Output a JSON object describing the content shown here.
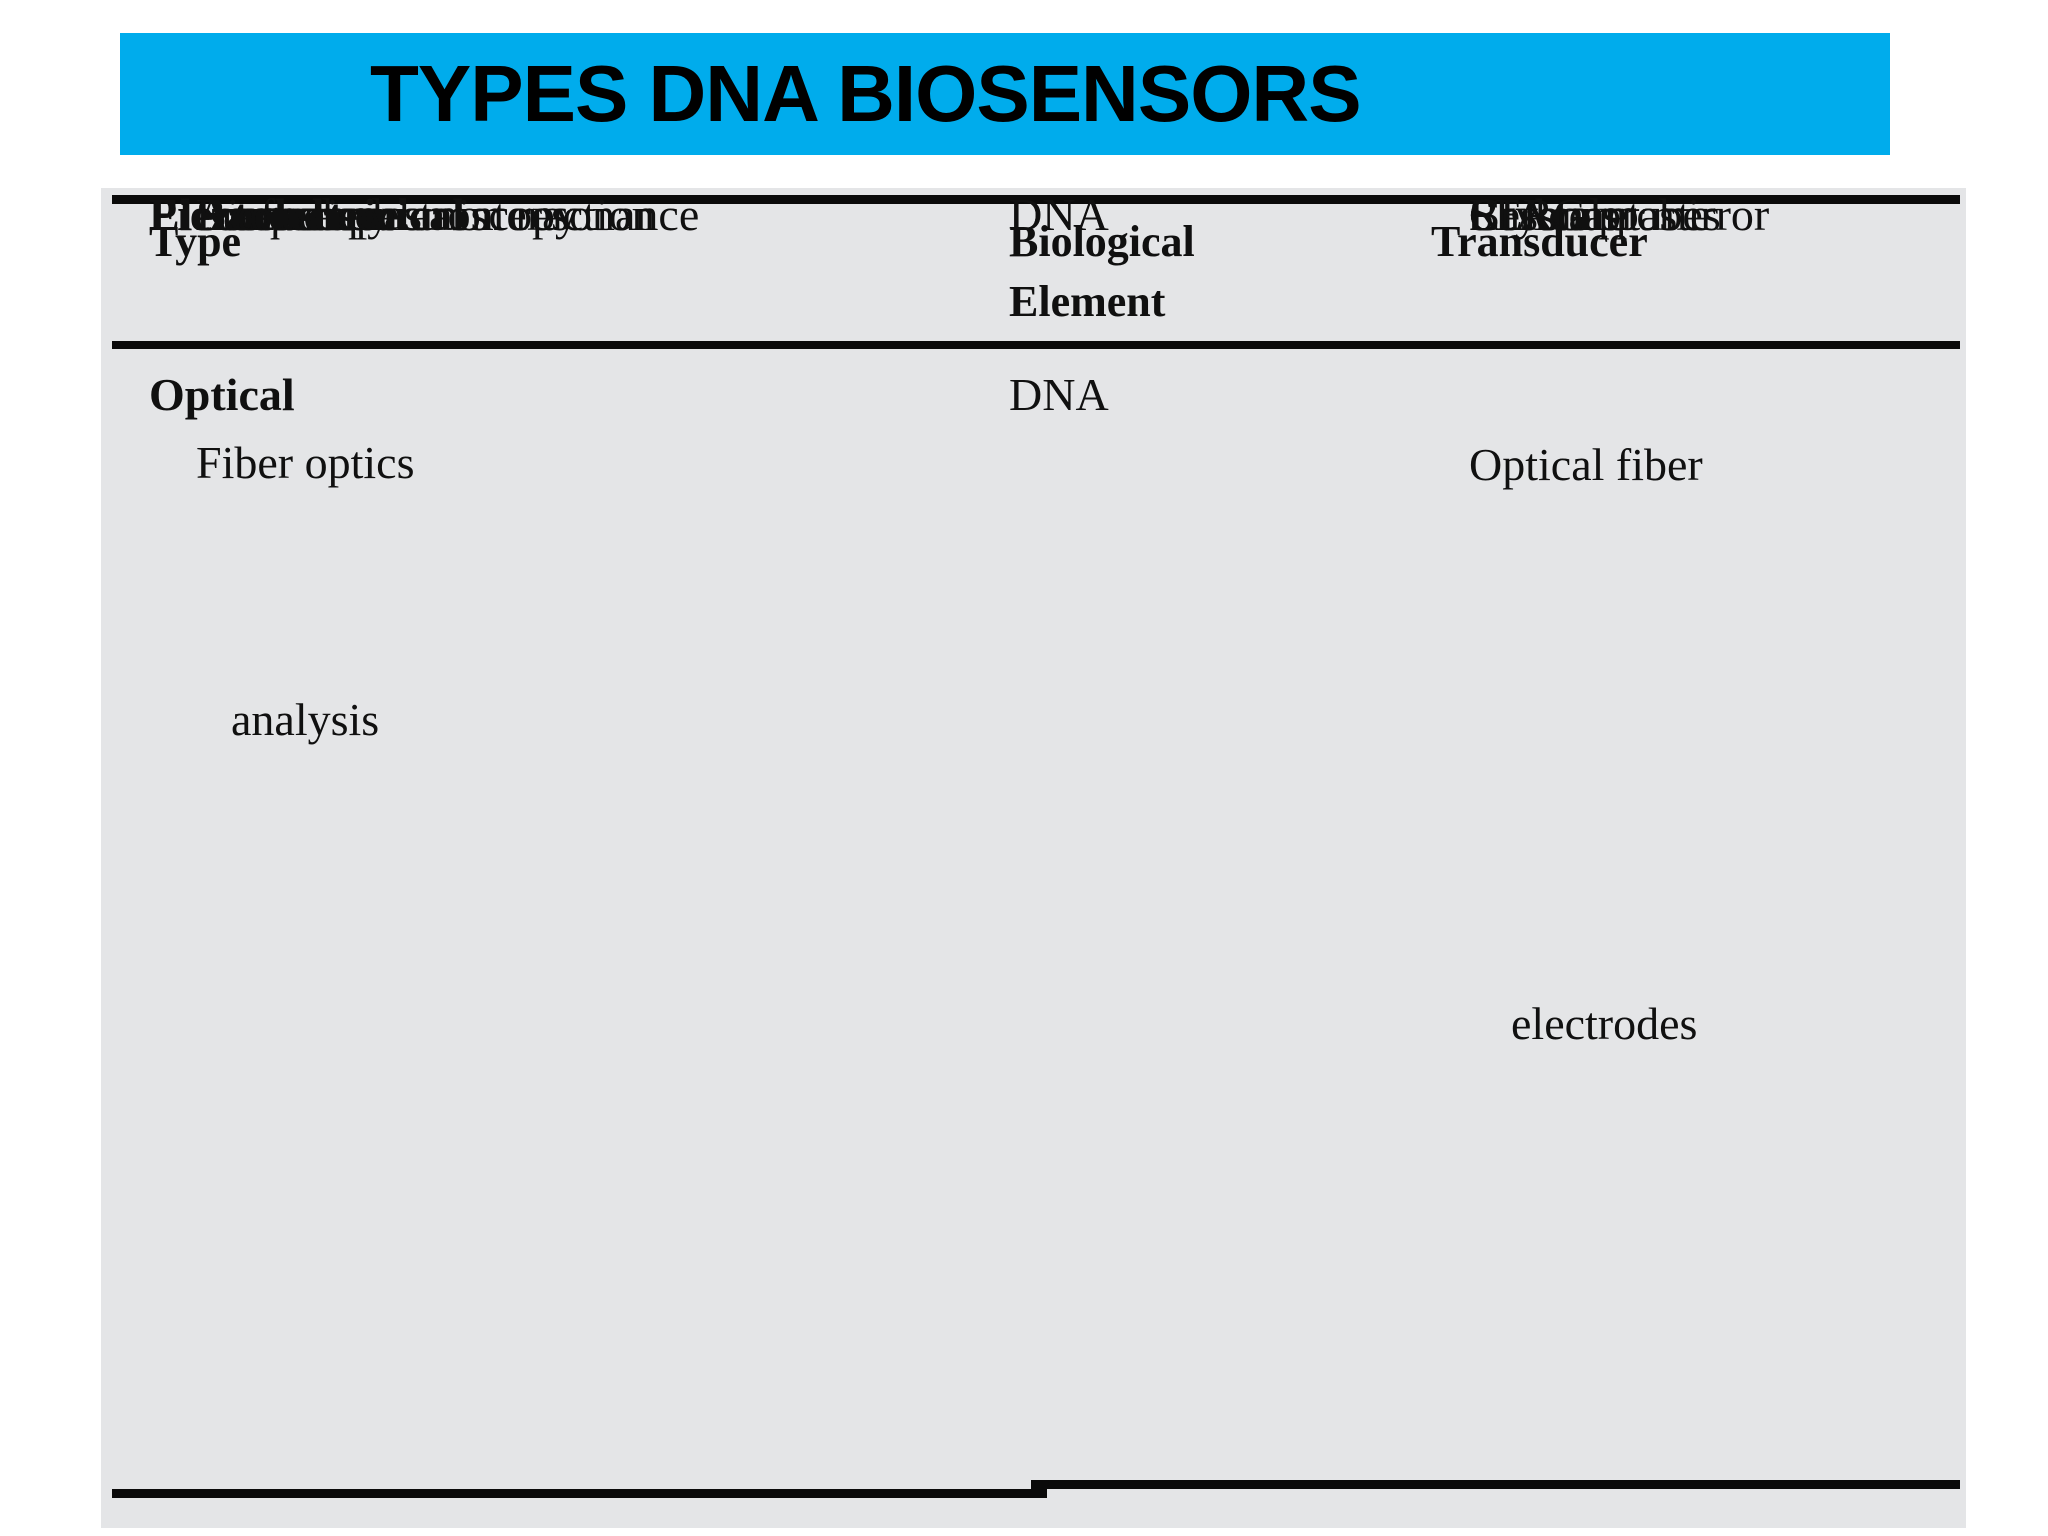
{
  "slide": {
    "title": "TYPES DNA BIOSENSORS",
    "banner_color": "#00ACEC",
    "page_background": "#FFFFFF",
    "table_background": "#E4E5E7",
    "rule_color": "#0A0A0A"
  },
  "table": {
    "headers": {
      "type": "Type",
      "biological_element_line1": "Biological",
      "biological_element_line2": "Element",
      "transducer": "Transducer"
    },
    "groups": [
      {
        "name": "Optical",
        "biological_element": "DNA",
        "rows": [
          {
            "type": "Fiber optics",
            "transducer": "Optical fiber"
          },
          {
            "type": "Surface plasmon resonance",
            "transducer": "Resonant mirror"
          },
          {
            "type_line1": "Biomolecular interaction",
            "type_line2": "analysis",
            "transducer": "BIAcore"
          },
          {
            "type": "Raman spectroscopy",
            "transducer": "SERG probes"
          }
        ]
      },
      {
        "name": "Electrochemical",
        "biological_element": "DNA",
        "transducer_line1": "Carbon paste",
        "transducer_line2": "electrodes",
        "rows": []
      },
      {
        "name": "Piezoelectric",
        "biological_element": "DNA",
        "rows": [
          {
            "type": "Frequency",
            "transducer": "Crystals"
          },
          {
            "type": "Acoustics",
            "transducer": "Crystals"
          }
        ]
      }
    ]
  }
}
